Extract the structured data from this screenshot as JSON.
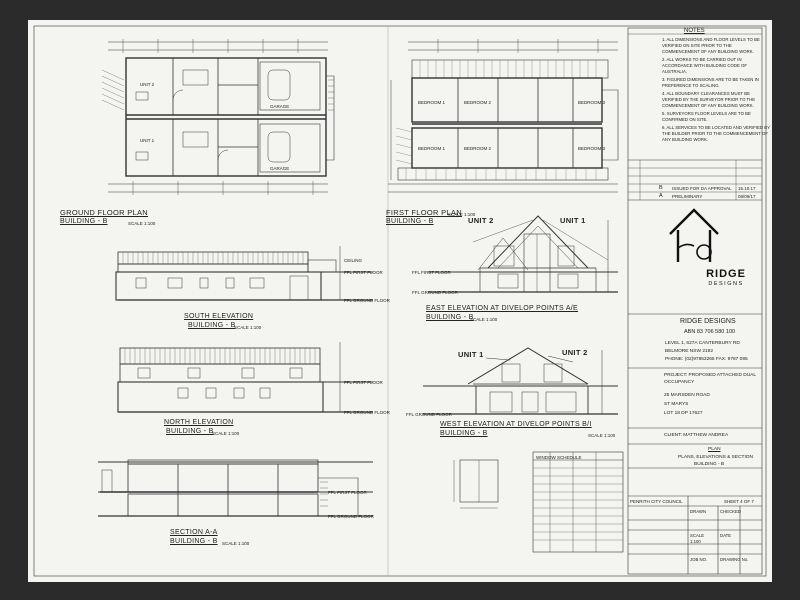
{
  "drawings": {
    "ground_floor_plan": {
      "title": "GROUND FLOOR PLAN",
      "subtitle": "BUILDING - B",
      "scale": "SCALE 1:100"
    },
    "first_floor_plan": {
      "title": "FIRST FLOOR PLAN",
      "subtitle": "BUILDING - B",
      "scale": "SCALE 1:100"
    },
    "south_elevation": {
      "title": "SOUTH ELEVATION",
      "subtitle": "BUILDING - B",
      "scale": "SCALE 1:100"
    },
    "north_elevation": {
      "title": "NORTH ELEVATION",
      "subtitle": "BUILDING - B",
      "scale": "SCALE 1:100"
    },
    "east_elevation": {
      "title": "EAST ELEVATION AT DIVELOP POINTS A/E",
      "subtitle": "BUILDING - B",
      "scale": "SCALE 1:100",
      "unit_left": "UNIT 2",
      "unit_right": "UNIT 1"
    },
    "west_elevation": {
      "title": "WEST ELEVATION AT DIVELOP POINTS B/I",
      "subtitle": "BUILDING - B",
      "scale": "SCALE 1:100",
      "unit_left": "UNIT 1",
      "unit_right": "UNIT 2"
    },
    "section": {
      "title": "SECTION A-A",
      "subtitle": "BUILDING - B",
      "scale": "SCALE 1:100"
    }
  },
  "plan_labels": {
    "unit_2": "UNIT 2",
    "unit_1": "UNIT 1",
    "bedroom_1": "BEDROOM 1",
    "bedroom_2": "BEDROOM 2",
    "bedroom_3": "BEDROOM 3",
    "garage": "GARAGE"
  },
  "level_labels": {
    "ffl_ground": "FFL GROUND FLOOR",
    "ffl_first": "FFL FIRST FLOOR",
    "ceiling": "CEILING"
  },
  "schedule": {
    "title": "WINDOW SCHEDULE"
  },
  "notes": {
    "heading": "NOTES",
    "items": [
      "1. ALL DIMENSIONS AND FLOOR LEVELS TO BE VERIFIED ON SITE PRIOR TO THE COMMENCEMENT OF ANY BUILDING WORK.",
      "2. ALL WORKS TO BE CARRIED OUT IN ACCORDANCE WITH BUILDING CODE OF AUSTRALIA.",
      "3. FIGURED DIMENSIONS ARE TO BE TAKEN IN PREFERENCE TO SCALING.",
      "4. ALL BOUNDARY CLEARANCES MUST BE VERIFIED BY THE SURVEYOR PRIOR TO THE COMMENCEMENT OF ANY BUILDING WORK.",
      "5. SURVEYORS FLOOR LEVELS ARE TO BE CONFIRMED ON SITE.",
      "6. ALL SERVICES TO BE LOCATED AND VERIFIED BY THE BUILDER PRIOR TO THE COMMENCEMENT OF ANY BUILDING WORK."
    ],
    "revisions": [
      {
        "rev": "B",
        "desc": "ISSUED FOR DA APPROVAL",
        "date": "15.10.17"
      },
      {
        "rev": "A",
        "desc": "PRELIMINARY",
        "date": "08/09/17"
      }
    ]
  },
  "title_block": {
    "logo_brand": "RIDGE",
    "logo_sub": "DESIGNS",
    "firm_name": "RIDGE DESIGNS",
    "abn": "ABN 83 706 580 100",
    "address_1": "LEVEL 1, 627A CANTERBURY RD",
    "address_2": "BELMORE NSW 2192",
    "phone": "PHONE: (02)97853265  FAX: 9787 095",
    "project": "PROJECT: PROPOSED ATTACHED DUAL OCCUPANCY",
    "site_1": "25 MARSDEN ROAD",
    "site_2": "ST MARYS",
    "lot": "LOT 18 DP 17627",
    "client": "CLIENT: MATTHEW ANDREA",
    "drawing_heading": "PLAN",
    "drawing_title_1": "PLANS, ELEVATIONS & SECTION",
    "drawing_title_2": "BUILDING - B",
    "council": "PENRITH CITY COUNCIL",
    "sheet": "SHEET 4 OF 7",
    "drawn": "DRAWN",
    "checked": "CHECKED",
    "scale_label": "SCALE",
    "scale_value": "1:100",
    "date_label": "DATE",
    "job_no": "JOB NO.",
    "drawing_no": "DRAWING No."
  }
}
